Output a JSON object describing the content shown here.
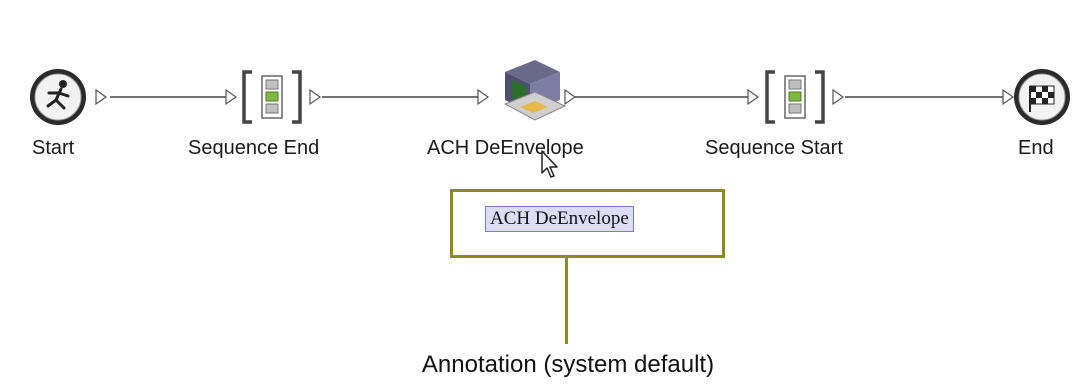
{
  "nodes": [
    {
      "id": "start",
      "label": "Start",
      "icon": "running-man-icon"
    },
    {
      "id": "sequence_end",
      "label": "Sequence End",
      "icon": "sequence-bracket-icon"
    },
    {
      "id": "ach_deenvelope",
      "label": "ACH DeEnvelope",
      "icon": "computer-service-icon"
    },
    {
      "id": "sequence_start",
      "label": "Sequence Start",
      "icon": "sequence-bracket-icon"
    },
    {
      "id": "end",
      "label": "End",
      "icon": "checkered-flag-icon"
    }
  ],
  "annotation": {
    "text": "ACH DeEnvelope",
    "caption": "Annotation (system default)"
  },
  "colors": {
    "callout_border": "#8f8a12",
    "annotation_highlight": "#dcdcf6",
    "connector": "#333333",
    "sequence_green": "#7dbb3f"
  }
}
